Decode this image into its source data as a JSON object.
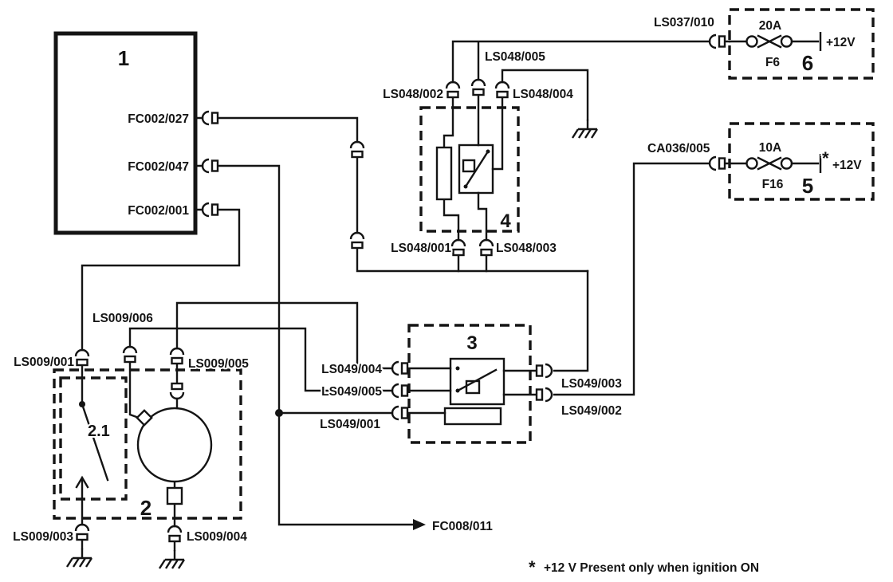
{
  "colors": {
    "ink": "#141414",
    "paper": "#ffffff"
  },
  "boxes": {
    "b1": {
      "num": "1",
      "pins": {
        "p1": "FC002/027",
        "p2": "FC002/047",
        "p3": "FC002/001"
      }
    },
    "b2": {
      "num": "2"
    },
    "b21": {
      "num": "2.1"
    },
    "b3": {
      "num": "3"
    },
    "b4": {
      "num": "4"
    },
    "b5": {
      "num": "5",
      "amp": "10A",
      "fuse": "F16",
      "supply": "+12V",
      "star": "*"
    },
    "b6": {
      "num": "6",
      "amp": "20A",
      "fuse": "F6",
      "supply": "+12V"
    }
  },
  "wires": {
    "ls037_010": "LS037/010",
    "ca036_005": "CA036/005",
    "ls048_001": "LS048/001",
    "ls048_002": "LS048/002",
    "ls048_003": "LS048/003",
    "ls048_004": "LS048/004",
    "ls048_005": "LS048/005",
    "ls049_001": "LS049/001",
    "ls049_002": "LS049/002",
    "ls049_003": "LS049/003",
    "ls049_004": "LS049/004",
    "ls049_005": "LS049/005",
    "ls009_001": "LS009/001",
    "ls009_003": "LS009/003",
    "ls009_004": "LS009/004",
    "ls009_005": "LS009/005",
    "ls009_006": "LS009/006",
    "fc008_011": "FC008/011"
  },
  "footnote": {
    "symbol": "*",
    "text": "+12 V Present only when ignition ON"
  }
}
